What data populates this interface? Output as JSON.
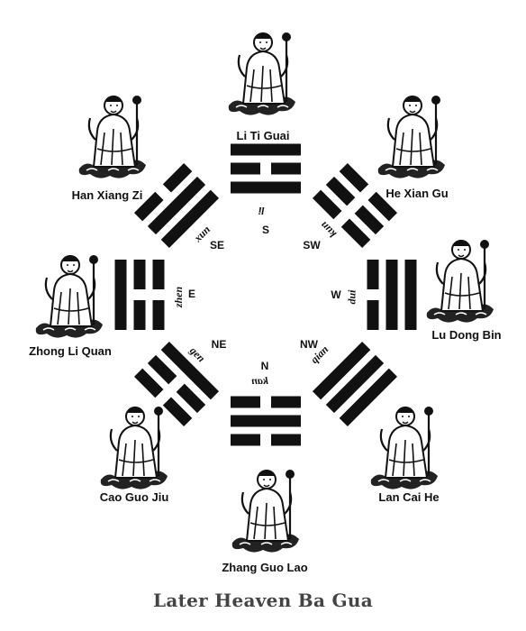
{
  "title": "Later Heaven Ba Gua",
  "colors": {
    "ink": "#111111",
    "title": "#444444"
  },
  "trigrams": [
    {
      "id": "S",
      "direction": "S",
      "name": "li",
      "lines": [
        1,
        0,
        1
      ]
    },
    {
      "id": "SW",
      "direction": "SW",
      "name": "kun",
      "lines": [
        0,
        0,
        0
      ]
    },
    {
      "id": "W",
      "direction": "W",
      "name": "dui",
      "lines": [
        0,
        1,
        1
      ]
    },
    {
      "id": "NW",
      "direction": "NW",
      "name": "qian",
      "lines": [
        1,
        1,
        1
      ]
    },
    {
      "id": "N",
      "direction": "N",
      "name": "kan",
      "lines": [
        0,
        1,
        0
      ]
    },
    {
      "id": "NE",
      "direction": "NE",
      "name": "gen",
      "lines": [
        1,
        0,
        0
      ]
    },
    {
      "id": "E",
      "direction": "E",
      "name": "zhen",
      "lines": [
        0,
        0,
        1
      ]
    },
    {
      "id": "SE",
      "direction": "SE",
      "name": "xun",
      "lines": [
        1,
        1,
        0
      ]
    }
  ],
  "immortals": [
    {
      "id": "top",
      "name": "Li Ti Guai"
    },
    {
      "id": "top-right",
      "name": "He Xian Gu"
    },
    {
      "id": "right",
      "name": "Lu Dong Bin"
    },
    {
      "id": "bottom-right",
      "name": "Lan Cai He"
    },
    {
      "id": "bottom",
      "name": "Zhang Guo Lao"
    },
    {
      "id": "bottom-left",
      "name": "Cao Guo Jiu"
    },
    {
      "id": "left",
      "name": "Zhong Li Quan"
    },
    {
      "id": "top-left",
      "name": "Han Xiang Zi"
    }
  ]
}
